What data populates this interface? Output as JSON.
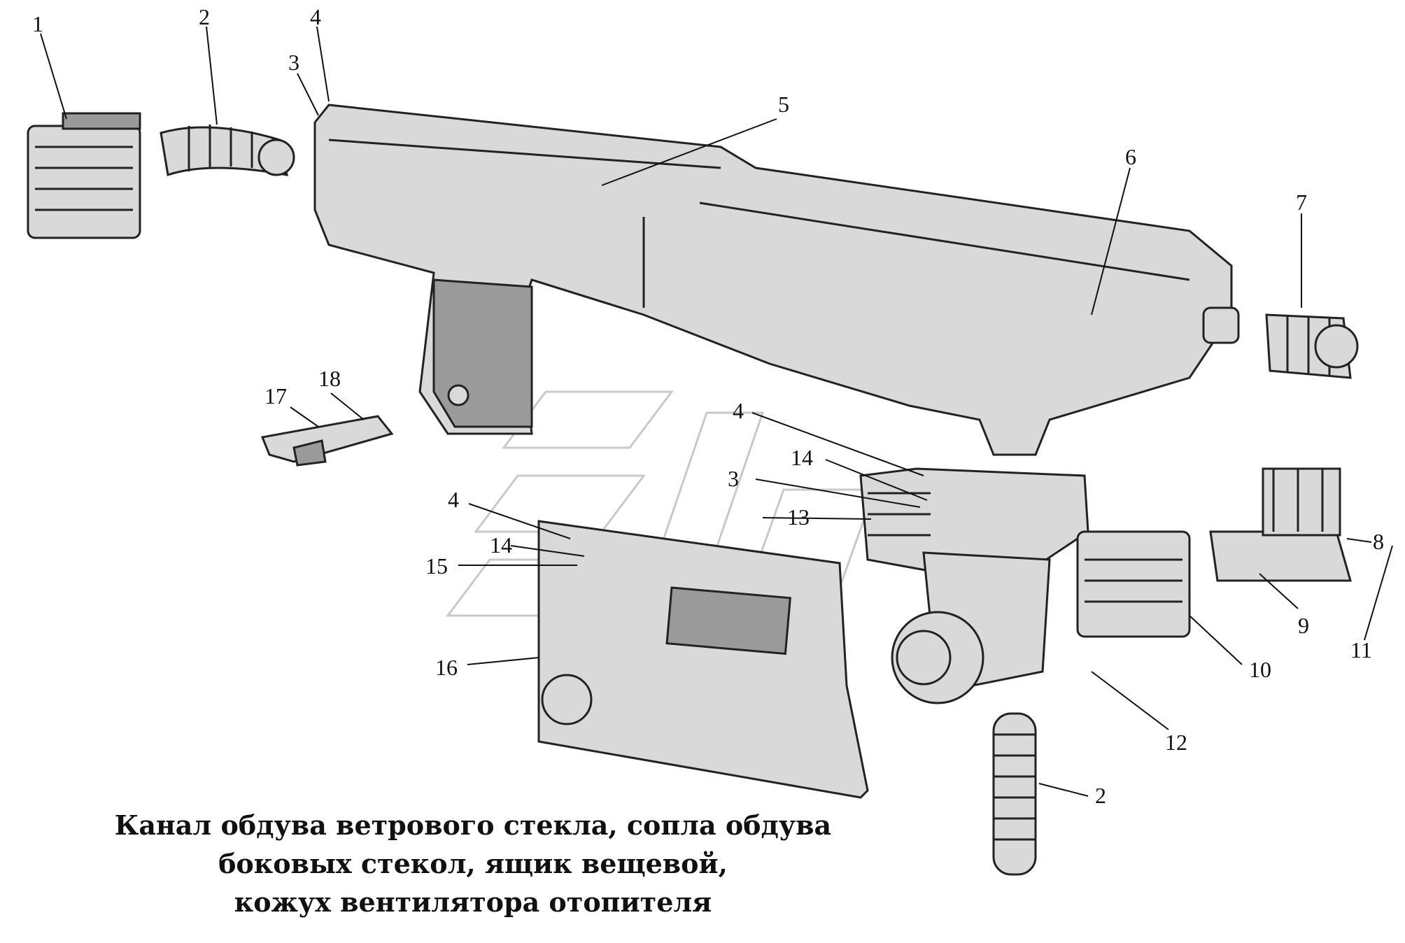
{
  "caption": {
    "line1": "Канал обдува ветрового стекла, сопла обдува",
    "line2": "боковых стекол, ящик вещевой,",
    "line3": "кожух вентилятора отопителя"
  },
  "callouts": [
    {
      "id": "c1",
      "text": "1"
    },
    {
      "id": "c2",
      "text": "2"
    },
    {
      "id": "c3",
      "text": "3"
    },
    {
      "id": "c4",
      "text": "4"
    },
    {
      "id": "c5",
      "text": "5"
    },
    {
      "id": "c6",
      "text": "6"
    },
    {
      "id": "c7",
      "text": "7"
    },
    {
      "id": "c17",
      "text": "17"
    },
    {
      "id": "c18",
      "text": "18"
    },
    {
      "id": "c4b",
      "text": "4"
    },
    {
      "id": "c14",
      "text": "14"
    },
    {
      "id": "c3b",
      "text": "3"
    },
    {
      "id": "c13",
      "text": "13"
    },
    {
      "id": "c4c",
      "text": "4"
    },
    {
      "id": "c14b",
      "text": "14"
    },
    {
      "id": "c15",
      "text": "15"
    },
    {
      "id": "c16",
      "text": "16"
    },
    {
      "id": "c8",
      "text": "8"
    },
    {
      "id": "c9",
      "text": "9"
    },
    {
      "id": "c10",
      "text": "10"
    },
    {
      "id": "c11",
      "text": "11"
    },
    {
      "id": "c12",
      "text": "12"
    },
    {
      "id": "c2b",
      "text": "2"
    }
  ]
}
